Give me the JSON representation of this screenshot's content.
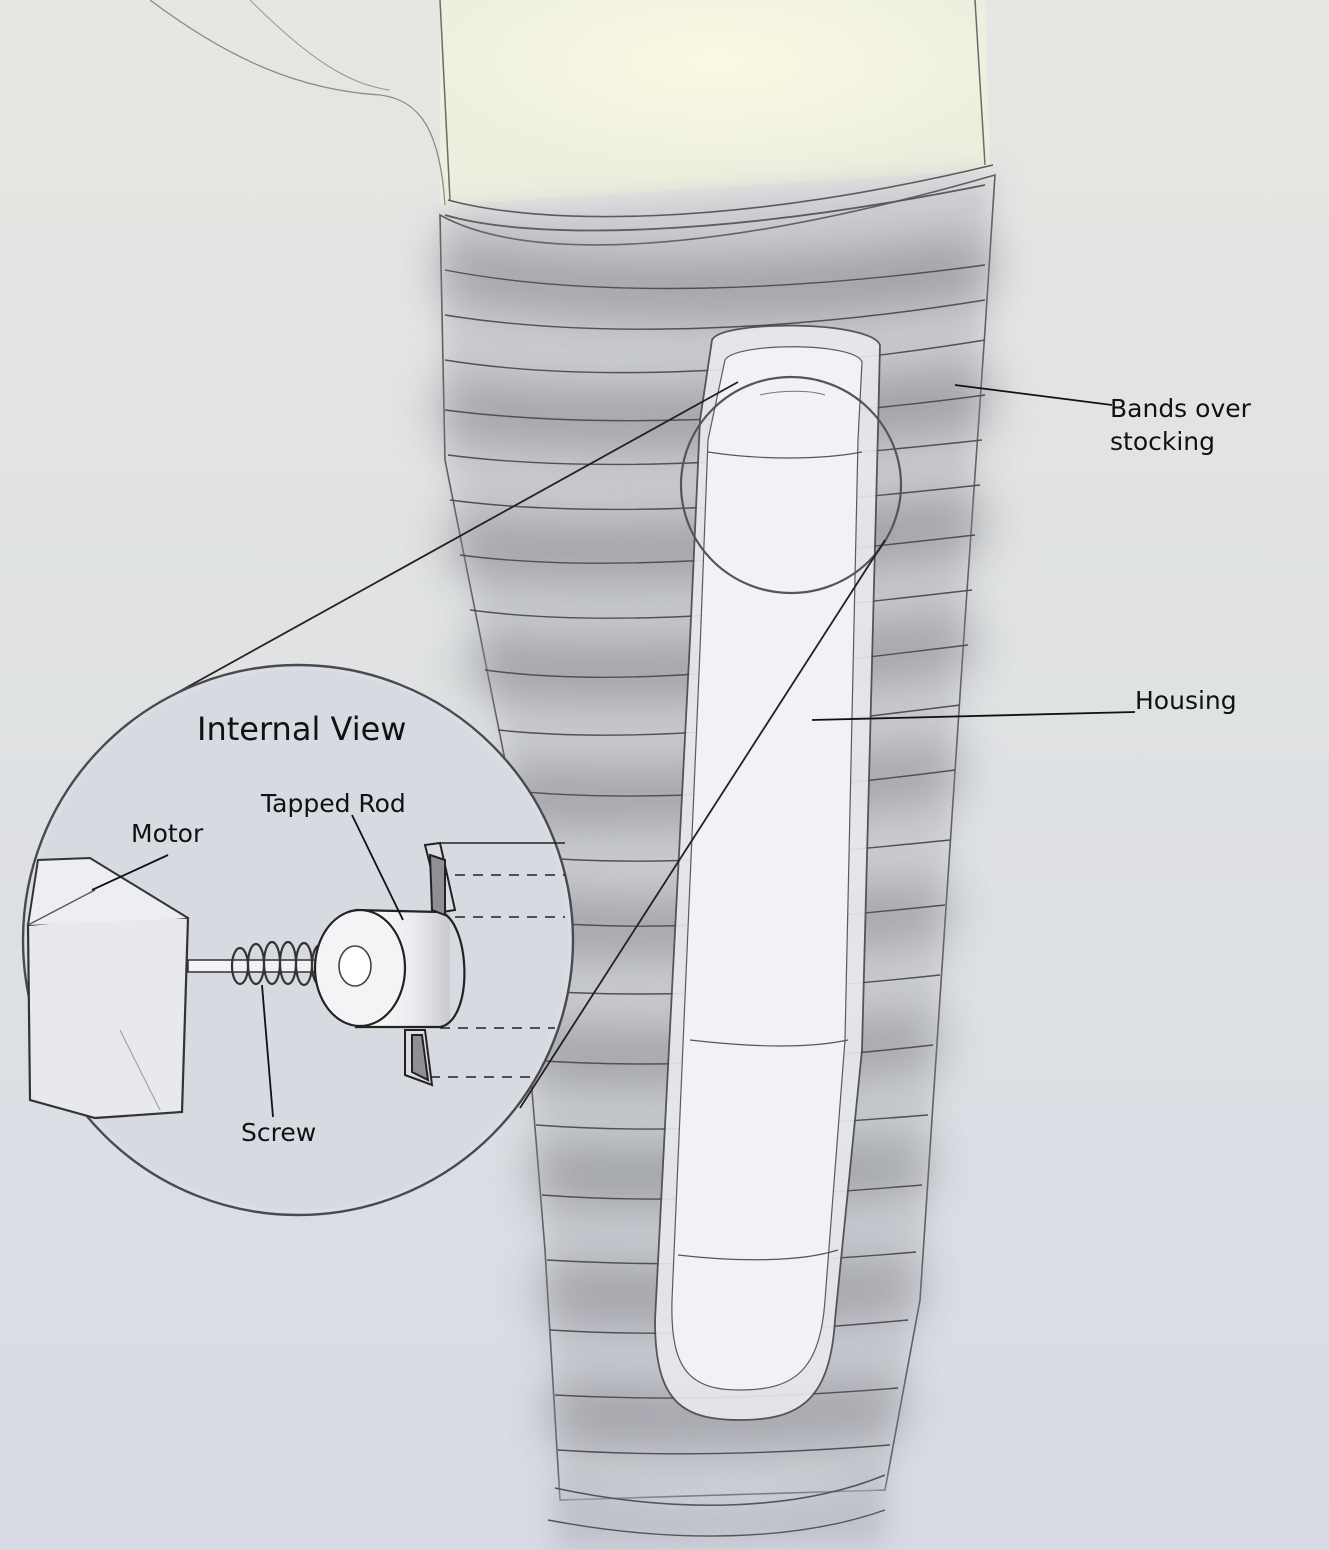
{
  "diagram": {
    "labels": {
      "bands": "Bands over stocking",
      "housing": "Housing",
      "internal_view": "Internal View",
      "tapped_rod": "Tapped Rod",
      "motor": "Motor",
      "screw": "Screw"
    },
    "colors": {
      "paper": "#dfe3ea",
      "paper_warm": "#f1f0dc",
      "band_shadow": "#8e8f94",
      "pencil": "#4a4a4e",
      "ink": "#111111"
    }
  }
}
